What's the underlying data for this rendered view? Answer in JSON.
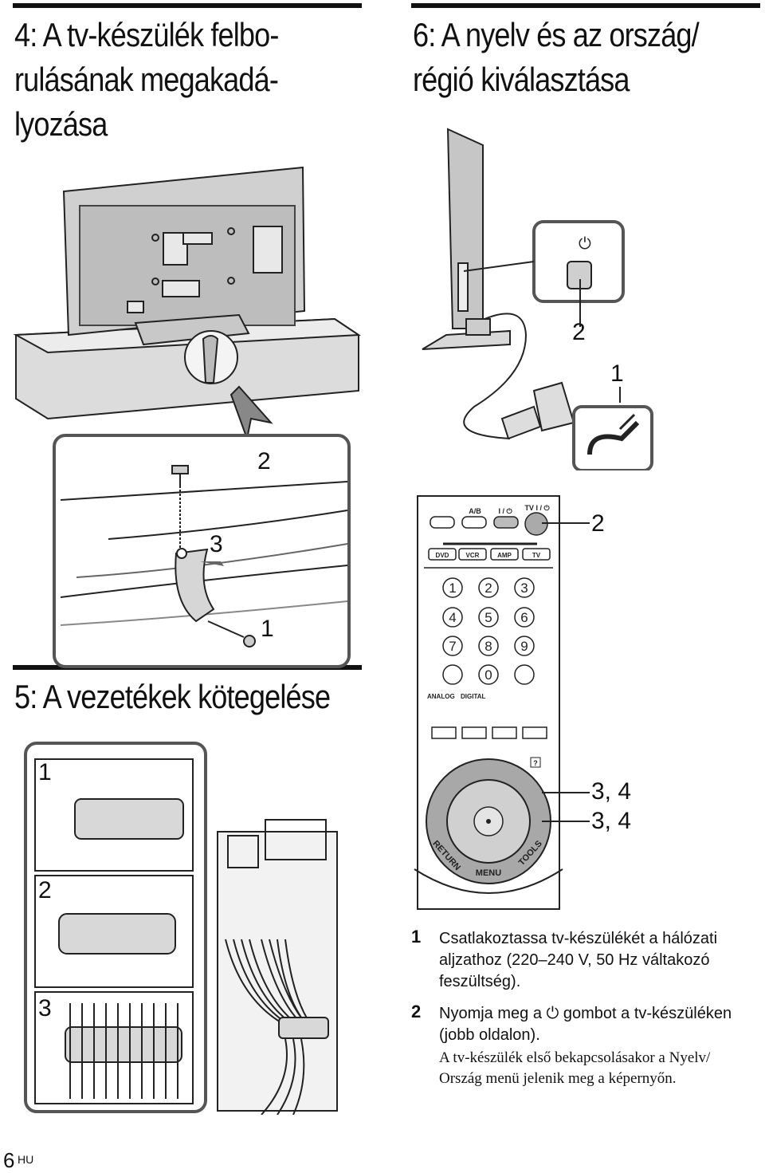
{
  "sections": {
    "s4": {
      "title_lines": [
        "4: A tv-készülék felbo-",
        "rulásának megakadá-",
        "lyozása"
      ]
    },
    "s5": {
      "title": "5: A vezetékek kötegelése"
    },
    "s6": {
      "title_lines": [
        "6: A nyelv és az ország/",
        "régió kiválasztása"
      ]
    }
  },
  "figure_callouts": {
    "fig4_top_2": "2",
    "fig4_3": "3",
    "fig4_1": "1",
    "fig6_tv_2": "2",
    "fig6_plug_1": "1",
    "fig6_remote_2": "2",
    "fig6_remote_34a": "3, 4",
    "fig6_remote_34b": "3, 4",
    "fig5_1": "1",
    "fig5_2": "2",
    "fig5_3": "3"
  },
  "remote": {
    "top_labels": [
      "A/B",
      "I / ⏻",
      "TV I / ⏻"
    ],
    "device_labels": [
      "DVD",
      "VCR",
      "AMP",
      "TV"
    ],
    "digits": [
      "1",
      "2",
      "3",
      "4",
      "5",
      "6",
      "7",
      "8",
      "9",
      "0"
    ],
    "mode_labels": [
      "ANALOG",
      "DIGITAL"
    ],
    "help_label": "?",
    "ring_labels": [
      "RETURN",
      "MENU",
      "TOOLS"
    ]
  },
  "steps": [
    {
      "num": "1",
      "lines": [
        "Csatlakoztassa tv-készülékét a hálózati",
        "aljzathoz (220–240 V, 50 Hz váltakozó",
        "feszültség)."
      ]
    },
    {
      "num": "2",
      "lines": [
        "Nyomja meg a ⏻ gombot a tv-készüléken",
        "(jobb oldalon)."
      ]
    }
  ],
  "note_lines": [
    "A tv-készülék első bekapcsolásakor a Nyelv/",
    "Ország menü jelenik meg a képernyőn."
  ],
  "footer": {
    "page_number": "6",
    "lang_code": "HU"
  }
}
